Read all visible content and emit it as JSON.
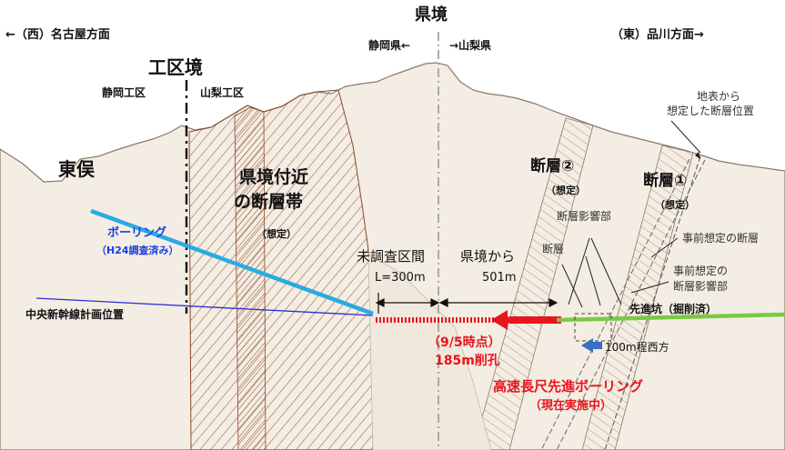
{
  "header": {
    "left_direction": "←（西）名古屋方面",
    "right_direction": "（東）品川方面→",
    "prefecture_border": "県境",
    "shizuoka_arrow": "静岡県←",
    "yamanashi_arrow": "→山梨県"
  },
  "section_border": {
    "title": "工区境",
    "left": "静岡工区",
    "right": "山梨工区"
  },
  "places": {
    "higashimata": "東俣"
  },
  "boring_h24": {
    "line1": "ボーリング",
    "line2": "（H24調査済み）"
  },
  "fault_zone": {
    "line1": "県境付近",
    "line2": "の断層帯",
    "note": "（想定）"
  },
  "faults": {
    "fault2": {
      "label": "断層②",
      "note": "（想定）"
    },
    "fault1": {
      "label": "断層①",
      "note": "（想定）"
    }
  },
  "annotations": {
    "surface_estimate_line1": "地表から",
    "surface_estimate_line2": "想定した断層位置",
    "fault_affect_zone": "断層影響部",
    "fault": "断層",
    "prior_fault": "事前想定の断層",
    "prior_affect_line1": "事前想定の",
    "prior_affect_line2": "断層影響部"
  },
  "survey": {
    "unsurveyed_title": "未調査区間",
    "unsurveyed_length": "L=300m",
    "from_border_line1": "県境から",
    "from_border_line2": "501m"
  },
  "plan_line": "中央新幹線計画位置",
  "pilot_tunnel": "先進坑（掘削済）",
  "west_offset": "100m程西方",
  "progress": {
    "line1": "（9/5時点）",
    "line2": "185m削孔"
  },
  "current_boring": {
    "line1": "高速長尺先進ボーリング",
    "line2": "（現在実施中）"
  },
  "colors": {
    "boring_line": "#29abe2",
    "red": "#e8141e",
    "green": "#7ac943",
    "blue_arrow": "#3a6fc4",
    "plan_line": "#2b2bd6",
    "mountain_fill": "#f3ede3",
    "hatch": "#9a5a3a"
  }
}
